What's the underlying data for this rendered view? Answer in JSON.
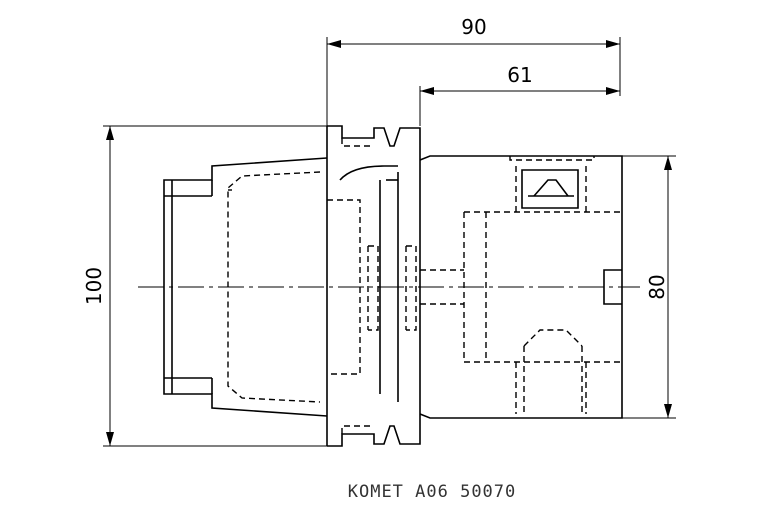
{
  "dimensions": {
    "overall_length": "90",
    "shank_length": "61",
    "flange_diameter": "100",
    "body_diameter": "80"
  },
  "caption": "KOMET A06 50070",
  "colors": {
    "ink": "#000000",
    "paper": "#ffffff"
  }
}
